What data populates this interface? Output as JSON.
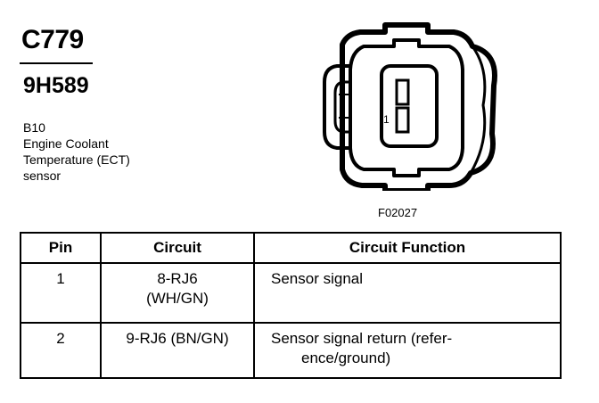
{
  "connector": {
    "id": "C779",
    "part_number": "9H589",
    "description_lines": [
      "B10",
      "Engine Coolant",
      "Temperature (ECT)",
      "sensor"
    ]
  },
  "diagram": {
    "pin_label": "1",
    "figure_id": "F02027"
  },
  "table": {
    "headers": [
      "Pin",
      "Circuit",
      "Circuit Function"
    ],
    "rows": [
      {
        "pin": "1",
        "circuit_lines": [
          "8-RJ6",
          "(WH/GN)"
        ],
        "function_lines": [
          "Sensor signal"
        ]
      },
      {
        "pin": "2",
        "circuit_lines": [
          "9-RJ6 (BN/GN)"
        ],
        "function_lines": [
          "Sensor signal return (refer-",
          "ence/ground)"
        ]
      }
    ]
  }
}
